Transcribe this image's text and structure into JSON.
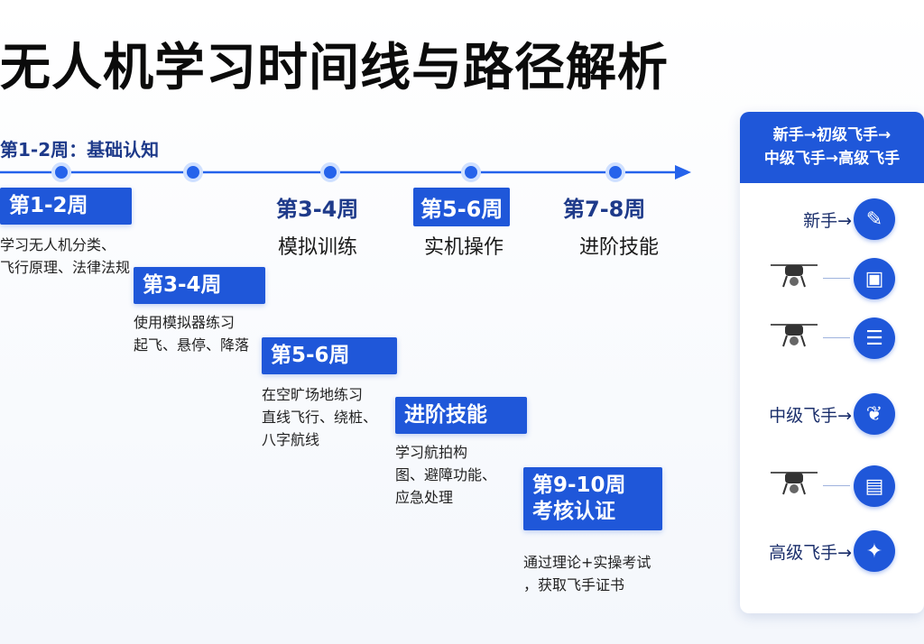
{
  "title": "无人机学习时间线与路径解析",
  "phase_label": "第1-2周：基础认知",
  "timeline": {
    "stages": [
      {
        "title": "第3-4周",
        "sub": "模拟训练"
      },
      {
        "title": "第5-6周",
        "sub": "实机操作"
      },
      {
        "title": "第7-8周",
        "sub": "进阶技能"
      }
    ]
  },
  "steps": [
    {
      "title": "第1-2周",
      "desc": [
        "学习无人机分类、",
        "飞行原理、法律法规"
      ]
    },
    {
      "title": "第3-4周",
      "desc": [
        "使用模拟器练习",
        "起飞、悬停、降落"
      ]
    },
    {
      "title": "第5-6周",
      "desc": [
        "在空旷场地练习",
        "直线飞行、绕桩、",
        "八字航线"
      ]
    },
    {
      "title": "进阶技能",
      "desc": [
        "学习航拍构",
        "图、避障功能、",
        "应急处理"
      ]
    },
    {
      "title": "第9-10周",
      "title2": "考核认证",
      "desc": [
        "通过理论+实操考试",
        "，获取飞手证书"
      ]
    }
  ],
  "panel": {
    "header_line1": "新手→初级飞手→",
    "header_line2": "中级飞手→高级飞手",
    "rows": [
      {
        "label": "新手→",
        "icon": "wrench-icon",
        "glyph": "✎"
      },
      {
        "label": "",
        "icon": "document-icon",
        "glyph": "▣"
      },
      {
        "label": "",
        "icon": "checklist-icon",
        "glyph": "☰"
      },
      {
        "label": "中级飞手→",
        "icon": "handshake-icon",
        "glyph": "❦"
      },
      {
        "label": "",
        "icon": "certificate-icon",
        "glyph": "▤"
      },
      {
        "label": "高级飞手→",
        "icon": "badge-icon",
        "glyph": "✦"
      }
    ]
  },
  "colors": {
    "accent": "#1f57d9",
    "line": "#2563eb",
    "dark_blue": "#1e3a8a"
  }
}
